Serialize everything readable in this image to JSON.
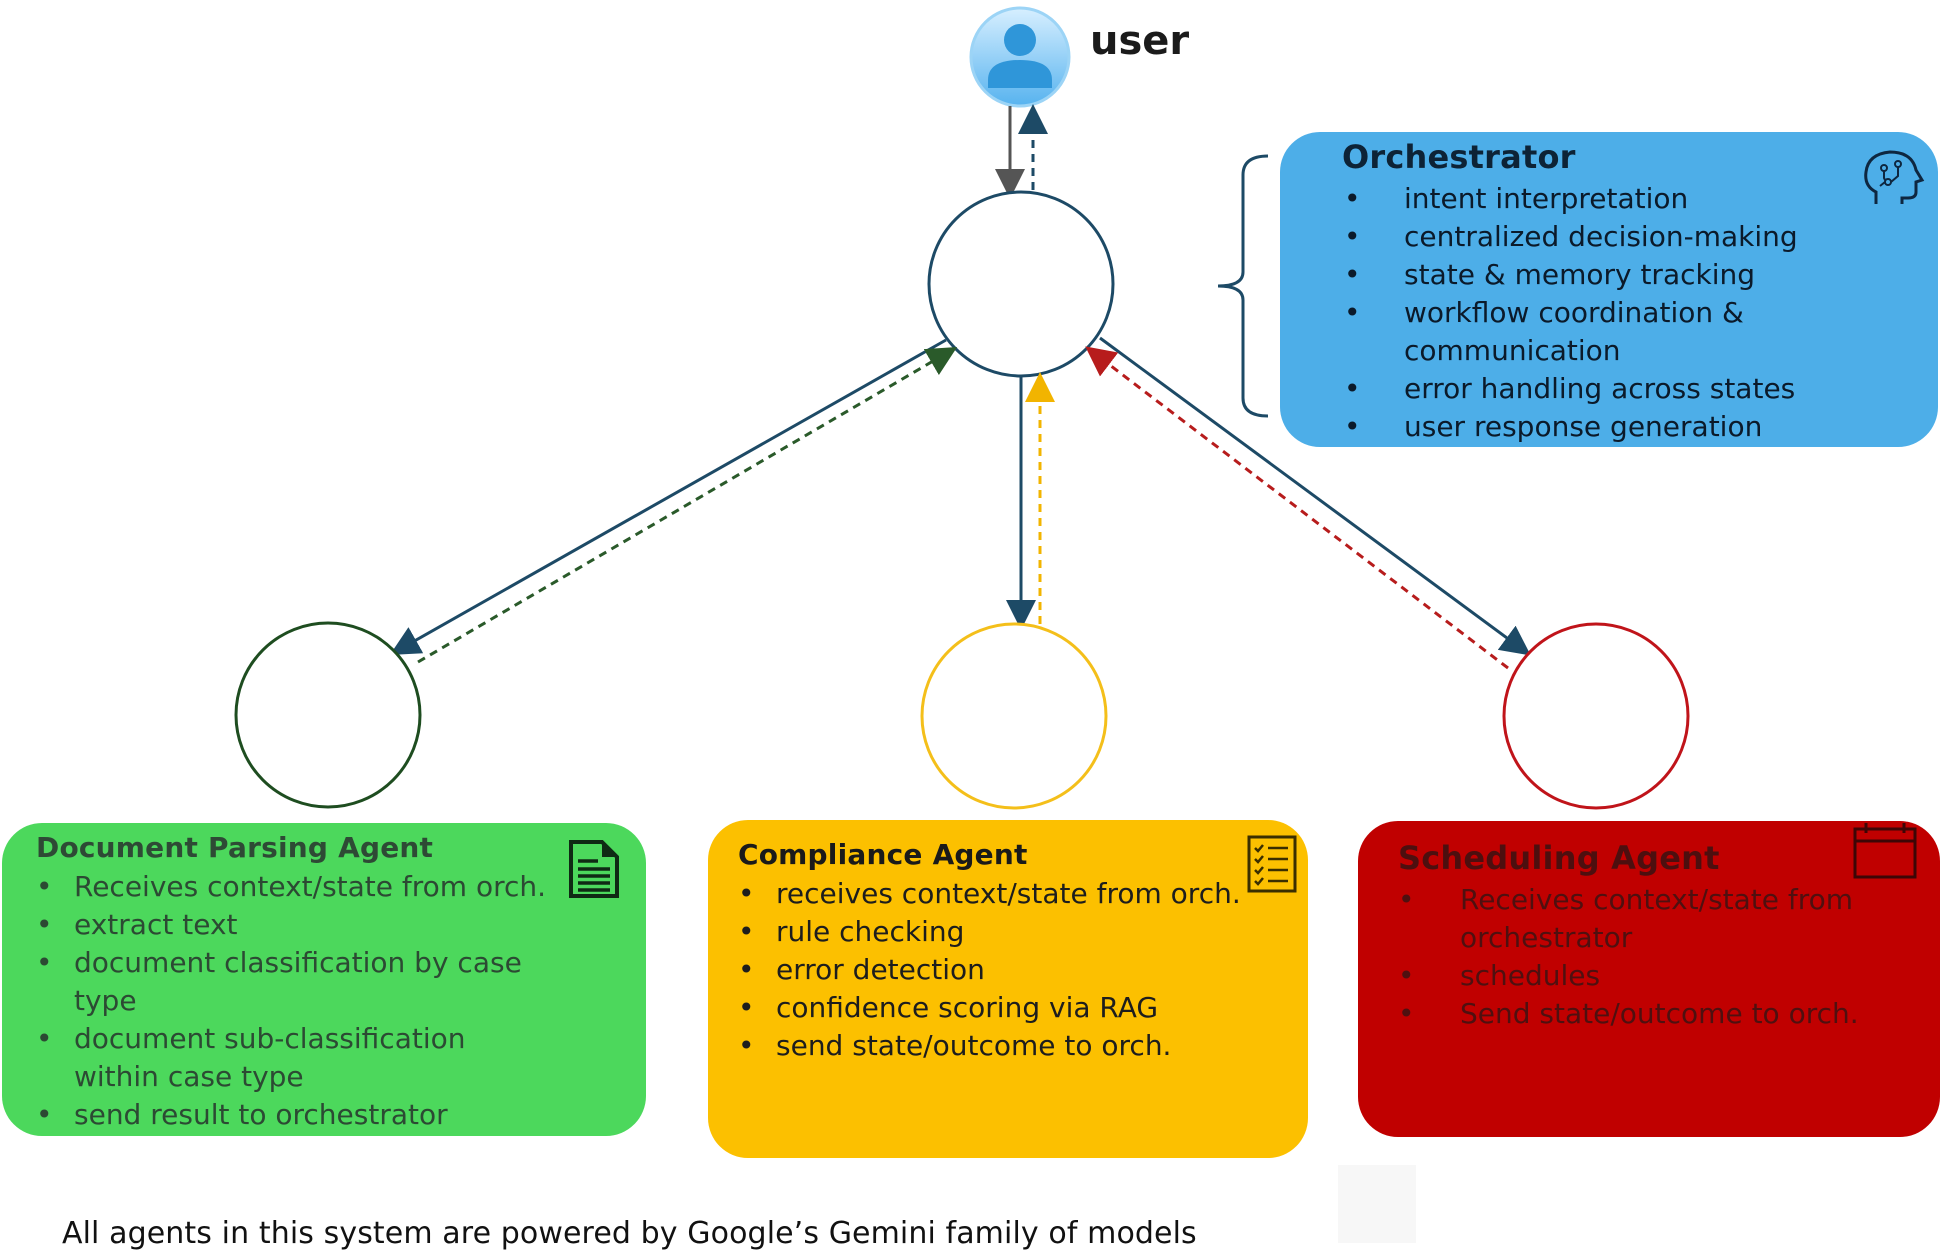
{
  "user": {
    "label": "user"
  },
  "orchestrator": {
    "title": "Orchestrator",
    "items": [
      "intent interpretation",
      "centralized decision-making",
      "state & memory tracking",
      "workflow coordination & communication",
      "error handling across states",
      "user response generation"
    ]
  },
  "document_agent": {
    "title": "Document Parsing Agent",
    "items": [
      "Receives context/state from orch.",
      "extract text",
      "document classification by case type",
      "document sub-classification within case type",
      "send result to orchestrator"
    ]
  },
  "compliance_agent": {
    "title": "Compliance Agent",
    "items": [
      "receives context/state from orch.",
      "rule checking",
      "error detection",
      "confidence scoring via RAG",
      "send state/outcome to orch."
    ]
  },
  "scheduling_agent": {
    "title": "Scheduling Agent",
    "items": [
      "Receives context/state from orchestrator",
      "schedules",
      "Send state/outcome to orch."
    ]
  },
  "footer": "All agents in this system are powered by Google’s Gemini family of models",
  "colors": {
    "orchestrator": "#4daee8",
    "document": "#4cd85c",
    "compliance": "#fcc000",
    "scheduling": "#c00000",
    "edge": "#1d4a66"
  },
  "icons": {
    "user": "user-avatar-icon",
    "orchestrator": "brain-circuit-icon",
    "document": "document-icon",
    "compliance": "checklist-icon",
    "scheduling": "calendar-icon"
  }
}
